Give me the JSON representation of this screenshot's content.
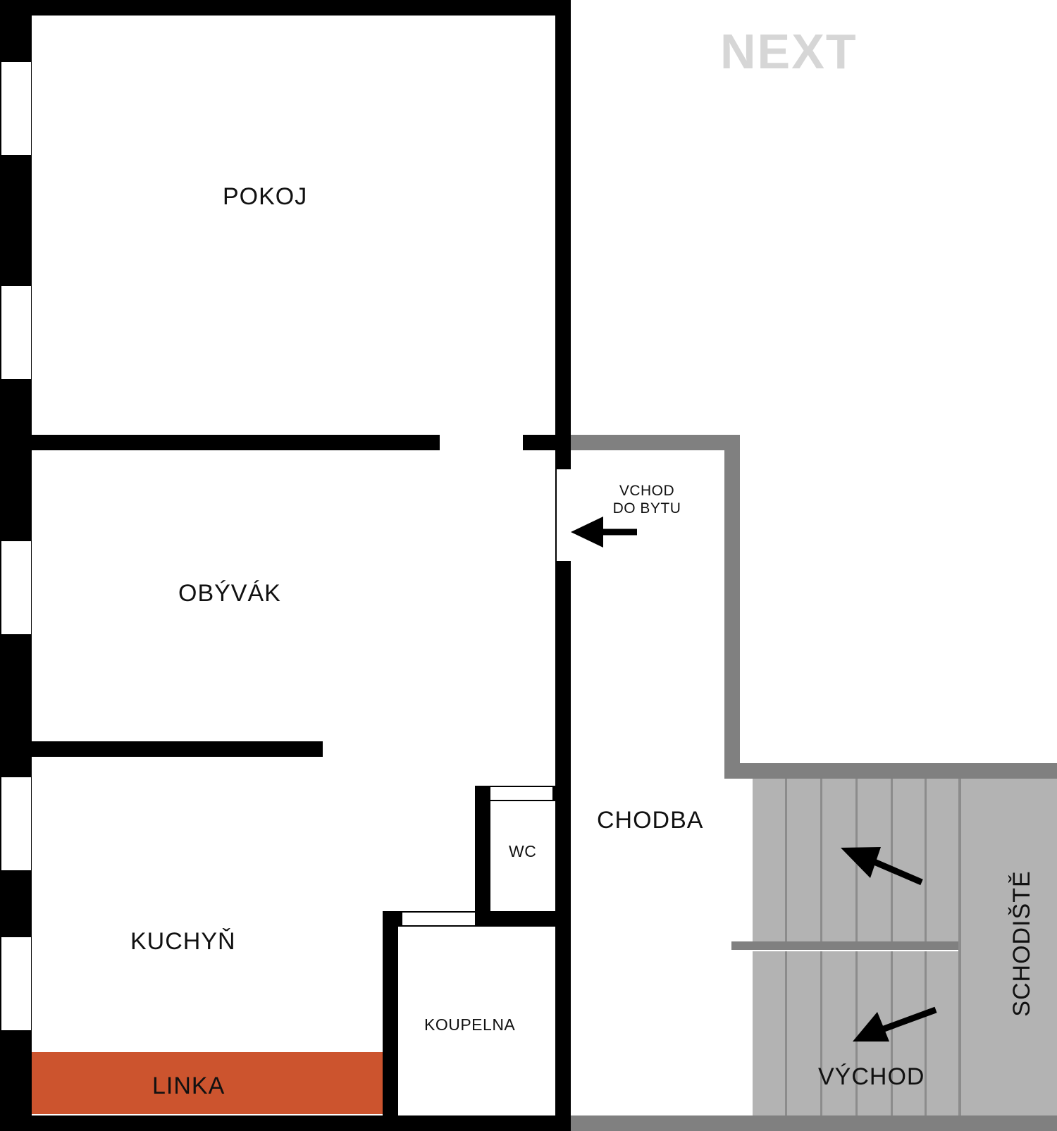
{
  "logo_text": "NEXT",
  "colors": {
    "wall": "#000000",
    "stair_wall": "#808080",
    "stairs": "#b3b3b3",
    "kitchen_counter": "#cc542e",
    "logo": "#d6d6d6"
  },
  "rooms": {
    "pokoj": "POKOJ",
    "obyvak": "OBÝVÁK",
    "kuchyn": "KUCHYŇ",
    "linka": "LINKA",
    "wc": "WC",
    "koupelna": "KOUPELNA",
    "chodba": "CHODBA",
    "schodiste": "SCHODIŠTĚ",
    "vychod": "VÝCHOD"
  },
  "entrance": {
    "line1": "VCHOD",
    "line2": "DO BYTU"
  }
}
